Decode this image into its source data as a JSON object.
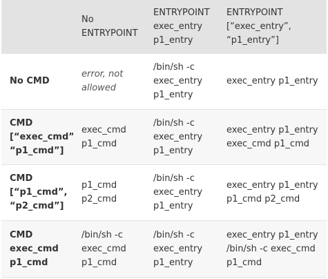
{
  "table": {
    "headers": [
      [],
      [
        "No",
        "ENTRYPOINT"
      ],
      [
        "ENTRYPOINT",
        "exec_entry",
        "p1_entry"
      ],
      [
        "ENTRYPOINT",
        "[“exec_entry”,",
        "“p1_entry”]"
      ]
    ],
    "rows": [
      {
        "label": [
          "No CMD"
        ],
        "cells": [
          [
            "error, not",
            "allowed"
          ],
          [
            "/bin/sh -c",
            "exec_entry",
            "p1_entry"
          ],
          [
            "exec_entry p1_entry"
          ]
        ]
      },
      {
        "label": [
          "CMD",
          "[“exec_cmd”,",
          "“p1_cmd”]"
        ],
        "cells": [
          [
            "exec_cmd",
            "p1_cmd"
          ],
          [
            "/bin/sh -c",
            "exec_entry",
            "p1_entry"
          ],
          [
            "exec_entry p1_entry",
            "exec_cmd p1_cmd"
          ]
        ]
      },
      {
        "label": [
          "CMD",
          "[“p1_cmd”,",
          "“p2_cmd”]"
        ],
        "cells": [
          [
            "p1_cmd",
            "p2_cmd"
          ],
          [
            "/bin/sh -c",
            "exec_entry",
            "p1_entry"
          ],
          [
            "exec_entry p1_entry",
            "p1_cmd p2_cmd"
          ]
        ]
      },
      {
        "label": [
          "CMD",
          "exec_cmd",
          "p1_cmd"
        ],
        "cells": [
          [
            "/bin/sh -c",
            "exec_cmd",
            "p1_cmd"
          ],
          [
            "/bin/sh -c",
            "exec_entry",
            "p1_entry"
          ],
          [
            "exec_entry p1_entry",
            "/bin/sh -c exec_cmd",
            "p1_cmd"
          ]
        ]
      }
    ]
  }
}
